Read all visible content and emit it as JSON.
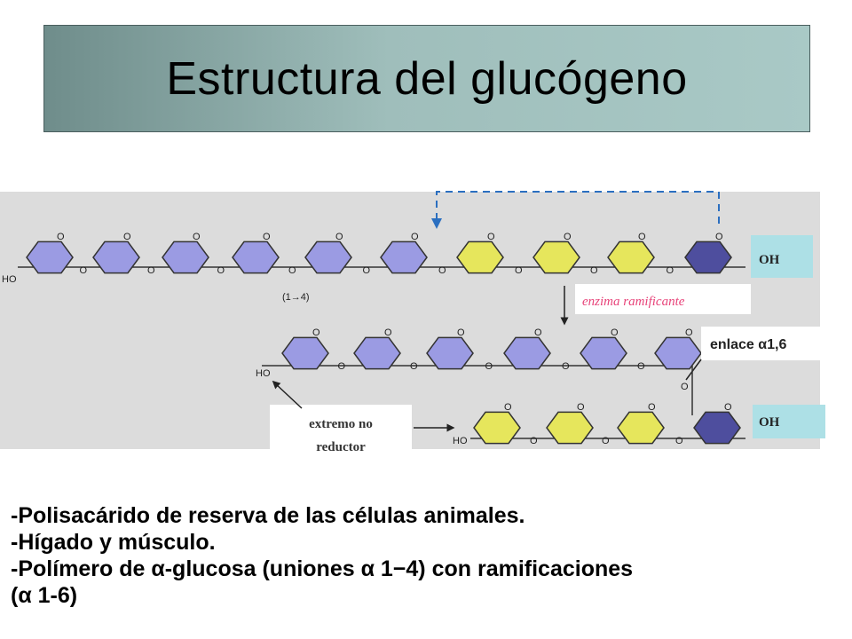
{
  "title": "Estructura del glucógeno",
  "diagram": {
    "linkage_top": "(1→4)",
    "ho_top": "HO",
    "ho_middle": "HO",
    "ho_bottom": "HO",
    "ring_o": "O",
    "bridge_o": "O",
    "oh_top": "OH",
    "oh_bottom": "OH",
    "enzyme_label": "enzima ramificante",
    "bond_label": "enlace α1,6",
    "end_label_line1": "extremo no",
    "end_label_line2": "reductor",
    "colors": {
      "purple_light": "#9b9be3",
      "purple_dark": "#4e4e9e",
      "yellow": "#e6e65c",
      "panel": "#dcdcdc",
      "dashed_arrow": "#2b6fc0",
      "enzyme_text": "#e8447a",
      "label_box": "#ade0e6"
    }
  },
  "bullets": [
    "-Polisacárido de reserva de las células animales.",
    "-Hígado y músculo.",
    "-Polímero de α-glucosa (uniones α 1−4) con ramificaciones",
    "(α 1-6)"
  ]
}
